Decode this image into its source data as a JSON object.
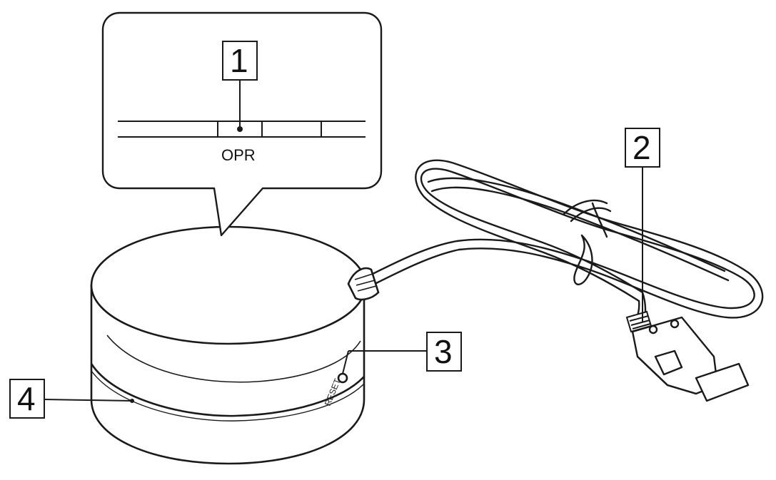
{
  "inset": {
    "indicator_label": "OPR"
  },
  "device": {
    "reset_label": "RESET"
  },
  "callouts": [
    {
      "number": "1"
    },
    {
      "number": "2"
    },
    {
      "number": "3"
    },
    {
      "number": "4"
    }
  ]
}
